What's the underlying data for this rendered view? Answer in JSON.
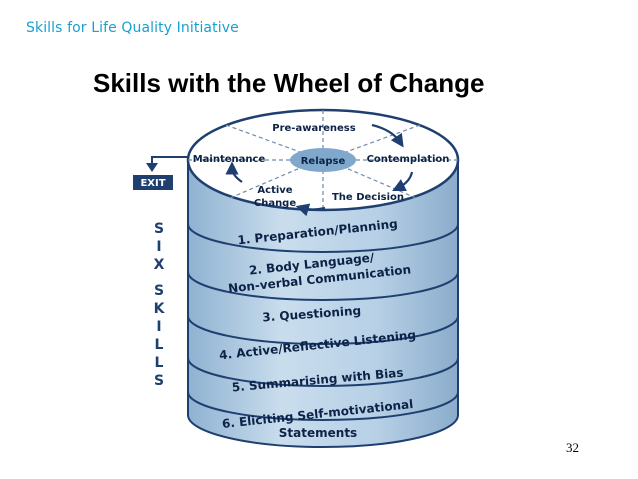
{
  "header": {
    "brand": "Skills for Life Quality Initiative"
  },
  "slide": {
    "title": "Skills with the Wheel of Change",
    "page_number": "32"
  },
  "wheel": {
    "center": "Relapse",
    "stages": [
      "Pre-awareness",
      "Contemplation",
      "The Decision",
      "Active",
      "Change",
      "Maintenance"
    ],
    "exit": "EXIT"
  },
  "six_skills_letters": [
    "S",
    "I",
    "X",
    "S",
    "K",
    "I",
    "L",
    "L",
    "S"
  ],
  "skills": [
    [
      "1. Preparation/Planning"
    ],
    [
      "2. Body Language/",
      "Non-verbal Communication"
    ],
    [
      "3. Questioning"
    ],
    [
      "4. Active/Reflective Listening"
    ],
    [
      "5. Summarising with Bias"
    ],
    [
      "6. Eliciting Self-motivational",
      "Statements"
    ]
  ],
  "colors": {
    "brand": "#1aa0cf",
    "cylinder_fill": "#b8d3e8",
    "cylinder_stroke": "#1f3f70",
    "text_dark": "#0c2347"
  }
}
